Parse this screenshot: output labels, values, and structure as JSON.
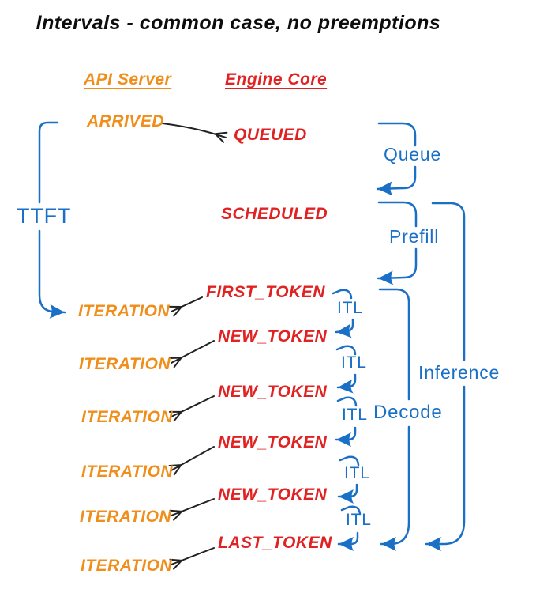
{
  "title": "Intervals - common case, no preemptions",
  "columns": {
    "api_server": "API Server",
    "engine_core": "Engine Core"
  },
  "events": {
    "arrived": "ARRIVED",
    "queued": "QUEUED",
    "scheduled": "SCHEDULED",
    "first_token": "FIRST_TOKEN",
    "new_token": "NEW_TOKEN",
    "last_token": "LAST_TOKEN",
    "iteration": "ITERATION"
  },
  "intervals": {
    "ttft": "TTFT",
    "queue": "Queue",
    "prefill": "Prefill",
    "decode": "Decode",
    "inference": "Inference",
    "itl": "ITL"
  },
  "colors": {
    "api_server_orange": "#ef8e1a",
    "engine_core_red": "#e02222",
    "interval_blue": "#1a6fc6",
    "arrow_black": "#222222"
  }
}
